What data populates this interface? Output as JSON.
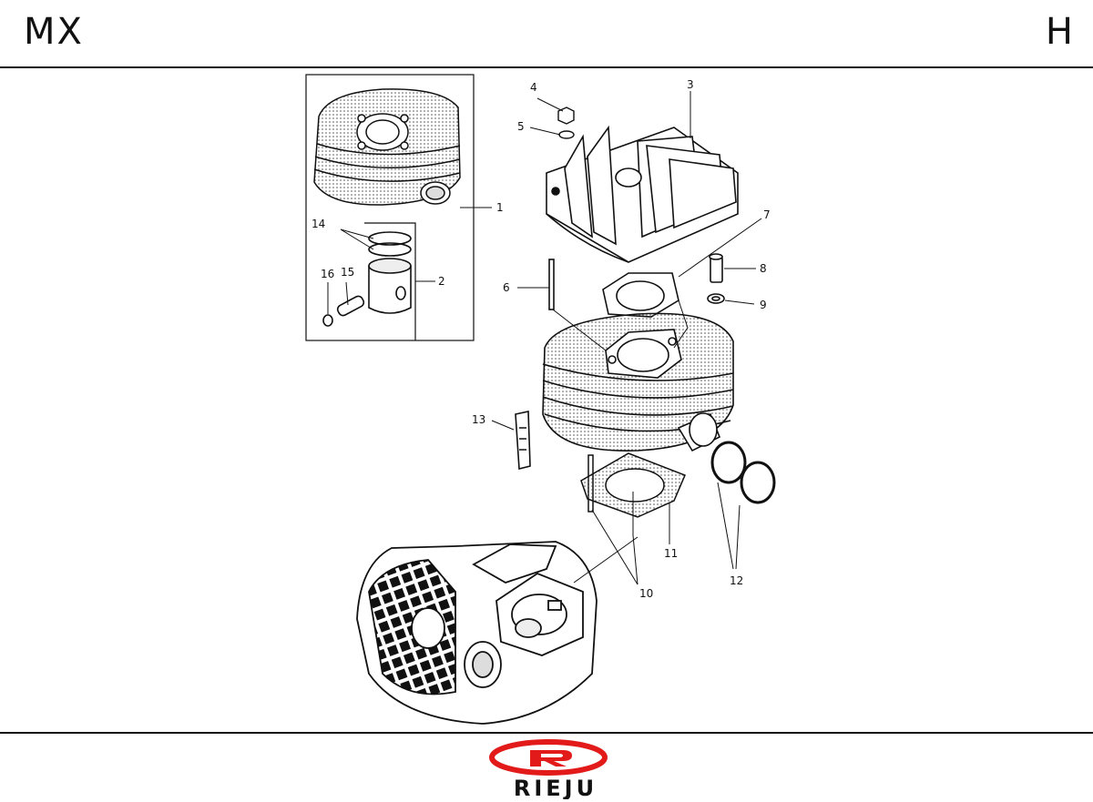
{
  "header": {
    "model": "MX",
    "section": "H"
  },
  "callouts": [
    "1",
    "2",
    "3",
    "4",
    "5",
    "6",
    "7",
    "8",
    "9",
    "10",
    "11",
    "12",
    "13",
    "14",
    "15",
    "16"
  ],
  "logo": {
    "text": "RIEJU",
    "colors": {
      "red": "#e21a1a",
      "black": "#111111"
    }
  }
}
